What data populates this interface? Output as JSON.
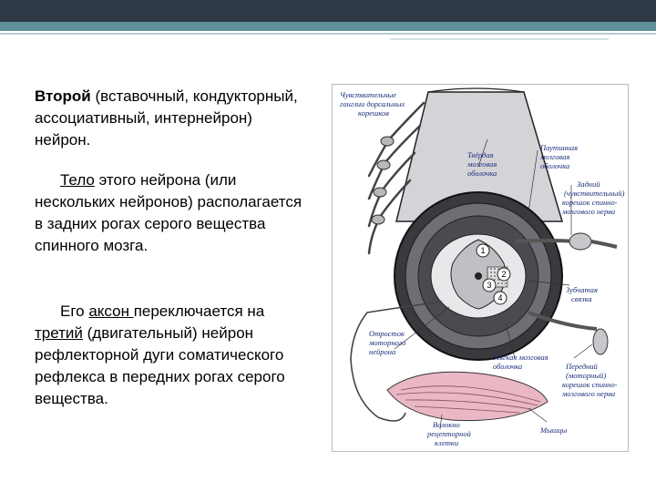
{
  "paragraph1": {
    "bold": "Второй",
    "rest": " (вставочный, кондукторный, ассоциативный, интернейрон) нейрон."
  },
  "paragraph2": {
    "underlined": "Тело",
    "rest": " этого нейрона (или нескольких нейронов) располагается в задних рогах серого вещества спинного мозга."
  },
  "paragraph3": {
    "lead": "Его ",
    "underlined1": "аксон ",
    "mid": "переключается на ",
    "underlined2": "третий",
    "rest": " (двигательный) нейрон рефлекторной дуги соматического рефлекса в передних рогах серого вещества."
  },
  "figure": {
    "labels": {
      "sensory_ganglia": [
        "Чувствительные",
        "ганглии дорсальных",
        "корешков"
      ],
      "dura": [
        "Твёрдая",
        "мозговая",
        "оболочка"
      ],
      "arachnoid": [
        "Паутинная",
        "мозговая",
        "оболочка"
      ],
      "dorsal_root": [
        "Задний",
        "(чувствительный)",
        "корешок спинно-",
        "мозгового нерва"
      ],
      "denticulate": [
        "Зубчатая",
        "связка"
      ],
      "motor_axon": [
        "Отросток",
        "моторного",
        "нейрона"
      ],
      "pia": [
        "Мягкая мозговая",
        "оболочка"
      ],
      "ventral_root": [
        "Передний",
        "(моторный)",
        "корешок спинно-",
        "мозгового нерва"
      ],
      "muscles": [
        "Мышцы"
      ],
      "receptor_fiber": [
        "Волокно",
        "рецепторной",
        "клетки"
      ]
    },
    "numbers": [
      "1",
      "2",
      "3",
      "4"
    ]
  }
}
